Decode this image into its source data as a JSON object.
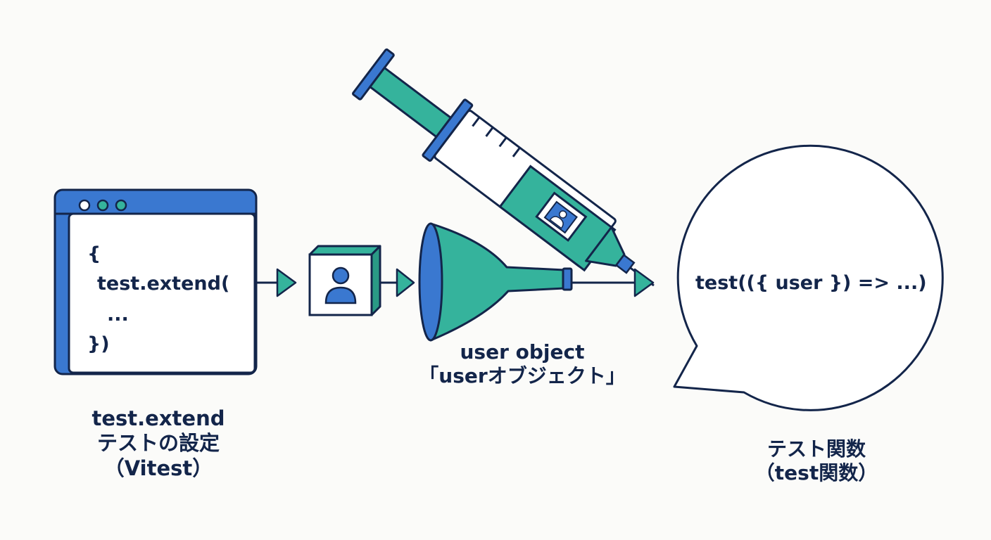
{
  "editor": {
    "code_lines": [
      "{",
      "test.extend(",
      "...",
      "})"
    ]
  },
  "captions": {
    "left": [
      "test.extend",
      "テストの設定",
      "（Vitest）"
    ],
    "middle": [
      "user object",
      "「userオブジェクト」"
    ],
    "right": [
      "テスト関数",
      "（test関数）"
    ]
  },
  "bubble": {
    "code": "test(({ user }) => ...)"
  },
  "colors": {
    "navy": "#13254a",
    "blue": "#3a78d0",
    "teal": "#35b39c",
    "background": "#fbfbf9"
  },
  "icons": [
    "code-window-icon",
    "user-cube-icon",
    "syringe-icon",
    "funnel-icon",
    "speech-bubble-icon",
    "arrow-right-icon"
  ]
}
